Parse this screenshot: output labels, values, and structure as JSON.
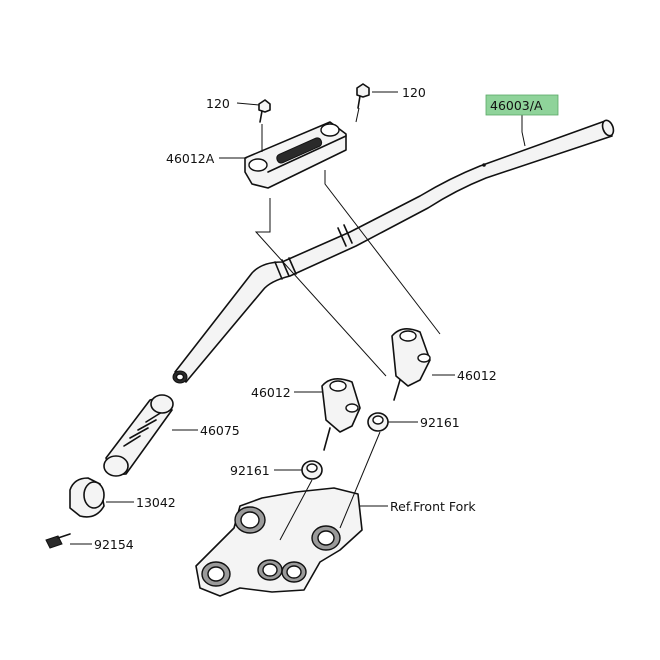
{
  "callouts": {
    "bolt_top_left": "120",
    "bolt_top_right": "120",
    "handlebar": "46003/A",
    "upper_clamp": "46012A",
    "lower_clamp_right": "46012",
    "lower_clamp_left": "46012",
    "spacer_right": "92161",
    "spacer_left": "92161",
    "grip": "46075",
    "bar_end_weight": "13042",
    "bar_end_screw": "92154",
    "ref_front_fork": "Ref.Front Fork"
  },
  "colors": {
    "highlight_fill": "#8fd39a",
    "line": "#111111",
    "part_fill": "#f4f4f4"
  }
}
